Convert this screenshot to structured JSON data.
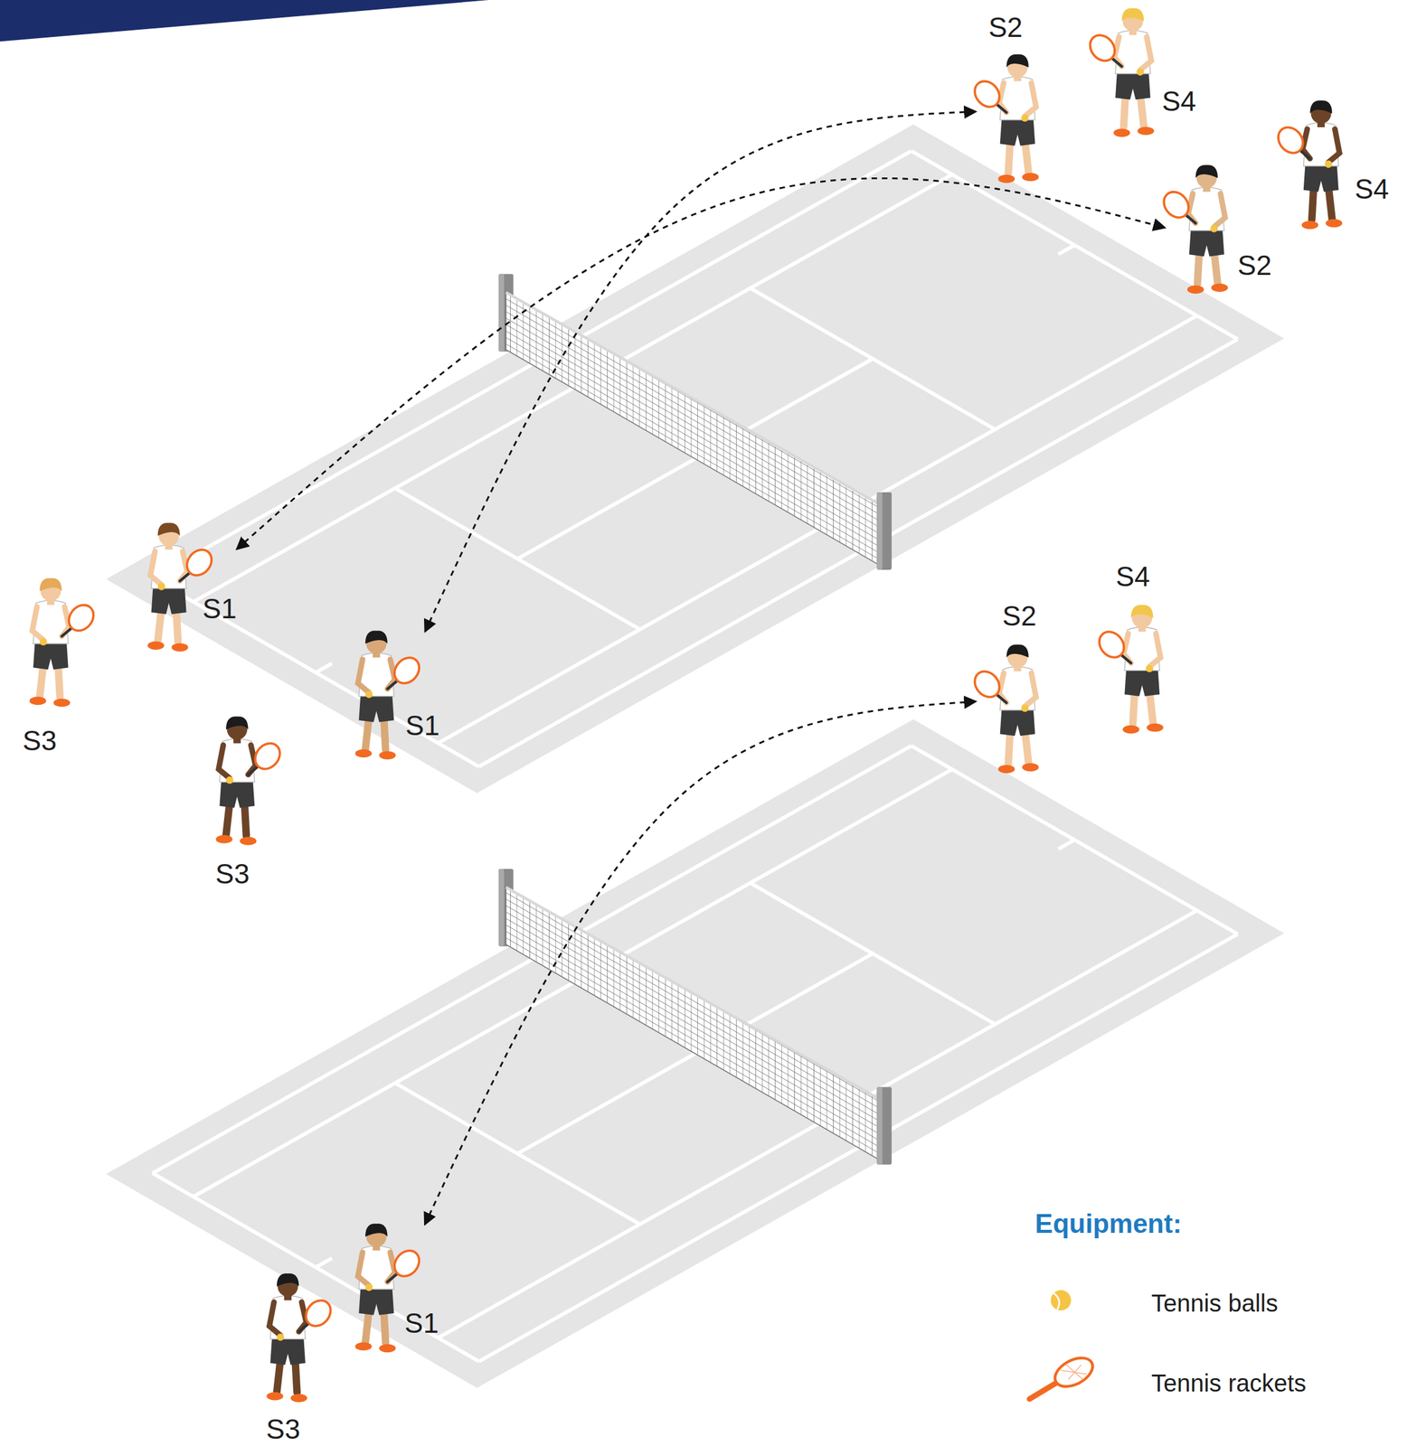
{
  "diagram": {
    "nodes": [
      {
        "text": [
          "S2"
        ]
      },
      {
        "text": [
          "S4"
        ]
      },
      {
        "text": [
          "S2"
        ]
      },
      {
        "text": [
          "S4"
        ]
      },
      {
        "text": [
          "S3"
        ]
      },
      {
        "text": [
          "S1"
        ]
      },
      {
        "text": [
          "S1"
        ]
      },
      {
        "text": [
          "S3"
        ]
      },
      {
        "text": [
          "S2"
        ]
      },
      {
        "text": [
          "S4"
        ]
      },
      {
        "text": [
          "S3"
        ]
      },
      {
        "text": [
          "S1"
        ]
      }
    ],
    "edges": [
      {
        "from": 5,
        "to": 2,
        "arrow": "both"
      },
      {
        "from": 6,
        "to": 0,
        "arrow": "both"
      },
      {
        "from": 11,
        "to": 8,
        "arrow": "both"
      }
    ],
    "labels": [
      "Equipment:"
    ],
    "legend": [
      {
        "text": "Tennis balls"
      },
      {
        "text": "Tennis rackets"
      }
    ]
  }
}
